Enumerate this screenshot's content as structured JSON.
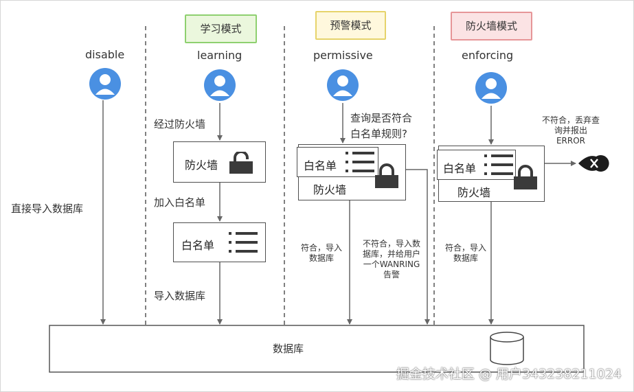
{
  "modes": [
    {
      "id": "disable",
      "label": "disable",
      "tag": ""
    },
    {
      "id": "learning",
      "label": "learning",
      "tag": "学习模式"
    },
    {
      "id": "permissive",
      "label": "permissive",
      "tag": "预警模式"
    },
    {
      "id": "enforcing",
      "label": "enforcing",
      "tag": "防火墙模式"
    }
  ],
  "disable": {
    "step": "直接导入数据库"
  },
  "learning": {
    "step1": "经过防火墙",
    "firewall": "防火墙",
    "step2": "加入白名单",
    "whitelist": "白名单",
    "step3": "导入数据库"
  },
  "permissive": {
    "question": [
      "查询是否符合",
      "白名单规则?"
    ],
    "whitelist": "白名单",
    "firewall": "防火墙",
    "pass": [
      "符合，导入",
      "数据库"
    ],
    "fail": [
      "不符合，导入数",
      "据库，并给用户",
      "一个WANRING",
      "告警"
    ]
  },
  "enforcing": {
    "whitelist": "白名单",
    "firewall": "防火墙",
    "reject": [
      "不符合，丢弃查",
      "询并报出",
      "ERROR"
    ],
    "pass": [
      "符合，导入",
      "数据库"
    ]
  },
  "database": {
    "label": "数据库"
  },
  "watermark": "掘金技术社区 @ 用户343238211024",
  "colors": {
    "avatar": "#4a90e2",
    "line": "#666666",
    "dark": "#3a3a3a"
  }
}
